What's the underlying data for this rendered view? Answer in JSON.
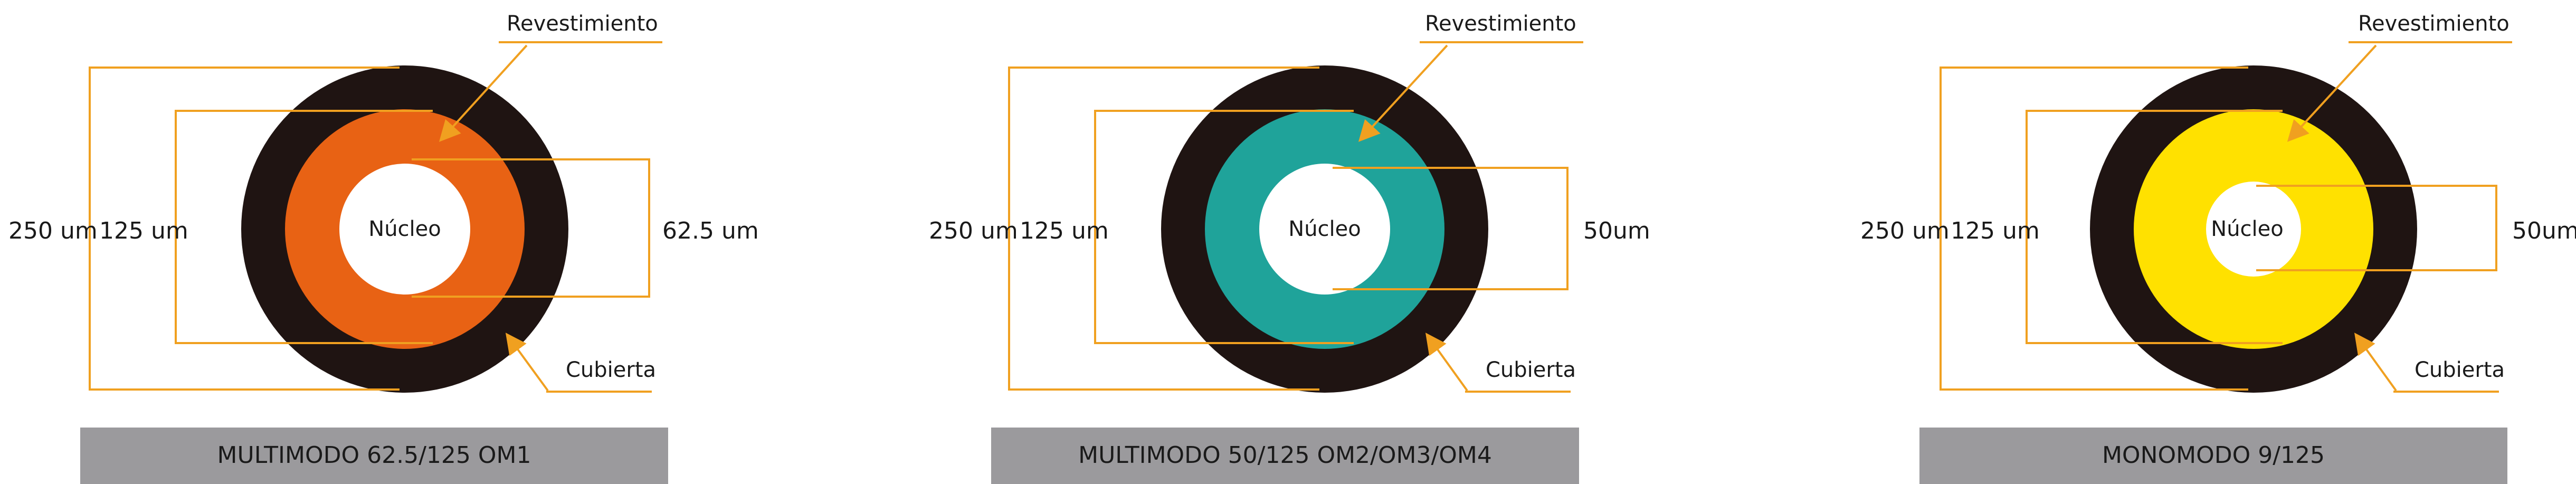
{
  "colors": {
    "jacket": "#1f1412",
    "bracket": "#f0a020",
    "bar": "#9b9a9d",
    "core": "#ffffff"
  },
  "labels": {
    "cladding": "Revestimiento",
    "jacket": "Cubierta",
    "core": "Núcleo"
  },
  "fibers": [
    {
      "outer_diameter_label": "250 um",
      "cladding_diameter_label": "125 um",
      "core_diameter_label": "62.5 um",
      "cladding_color": "#e86214",
      "caption": "MULTIMODO 62.5/125 OM1"
    },
    {
      "outer_diameter_label": "250 um",
      "cladding_diameter_label": "125 um",
      "core_diameter_label": "50um",
      "cladding_color": "#1fa39a",
      "caption": "MULTIMODO 50/125 OM2/OM3/OM4"
    },
    {
      "outer_diameter_label": "250 um",
      "cladding_diameter_label": "125 um",
      "core_diameter_label": "50um",
      "cladding_color": "#ffe100",
      "caption": "MONOMODO 9/125"
    }
  ]
}
